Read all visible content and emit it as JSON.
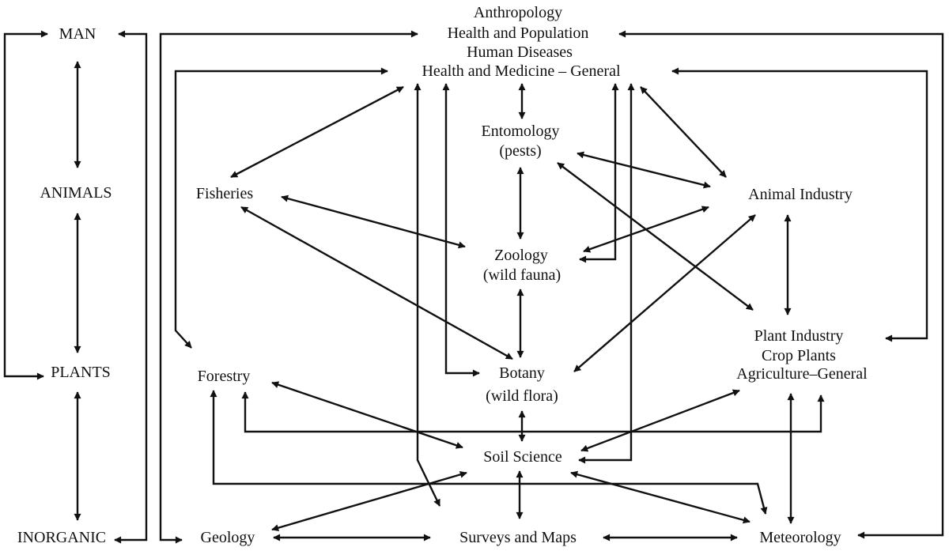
{
  "left_column": {
    "man": "MAN",
    "animals": "ANIMALS",
    "plants": "PLANTS",
    "inorganic": "INORGANIC"
  },
  "top_group": {
    "line1": "Anthropology",
    "line2": "Health and Population",
    "line3": "Human Diseases",
    "line4": "Health and Medicine – General"
  },
  "entomology": {
    "line1": "Entomology",
    "line2": "(pests)"
  },
  "fisheries": "Fisheries",
  "animal_industry": "Animal Industry",
  "zoology": {
    "line1": "Zoology",
    "line2": "(wild fauna)"
  },
  "plant_industry": {
    "line1": "Plant Industry",
    "line2": "Crop Plants",
    "line3": "Agriculture–General"
  },
  "forestry": "Forestry",
  "botany": {
    "line1": "Botany",
    "line2": "(wild flora)"
  },
  "soil_science": "Soil Science",
  "geology": "Geology",
  "surveys_maps": "Surveys and Maps",
  "meteorology": "Meteorology",
  "colors": {
    "ink": "#111111",
    "background": "#ffffff"
  }
}
